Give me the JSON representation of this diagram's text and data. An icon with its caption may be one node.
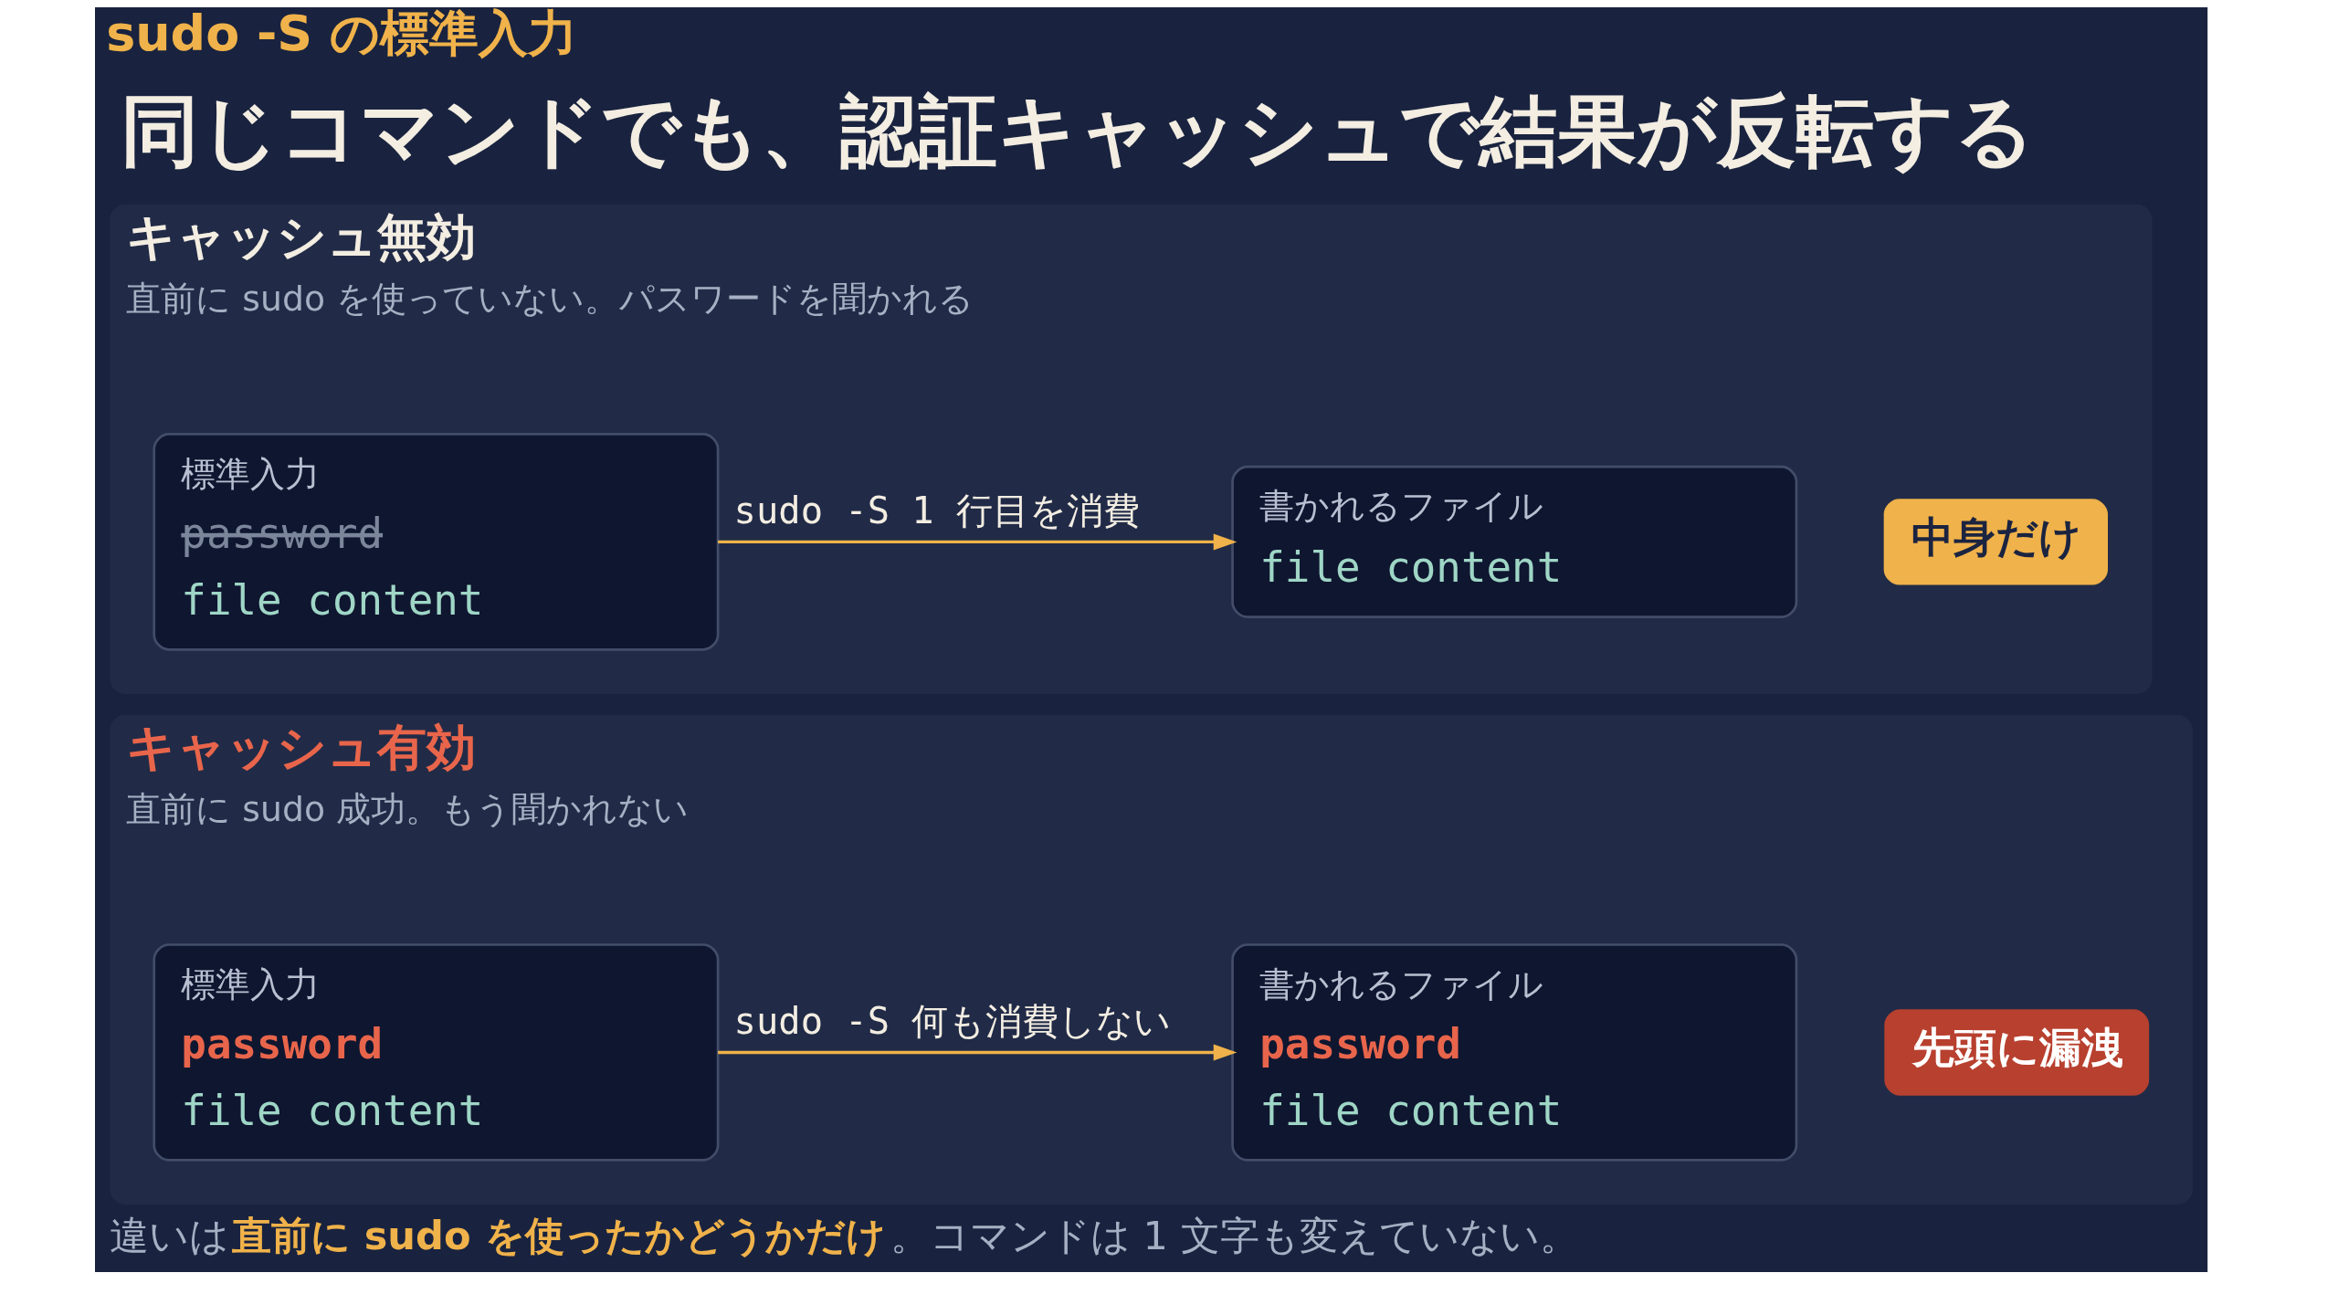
{
  "diagram": {
    "title": "同じコマンドでも、認証キャッシュで結果が反転する",
    "caption": "違いは**直前に sudo を使ったかどうかだけ**。コマンドは 1 文字も変えていない。",
    "nodes": [
      {
        "text": [
          "キャッシュ無効",
          "直前に sudo を使っていない。パスワードを聞かれる"
        ]
      },
      {
        "text": [
          "標準入力",
          "password",
          "file content"
        ],
        "in": 0
      },
      {
        "text": [
          "書かれるファイル",
          "file content"
        ],
        "in": 0
      },
      {
        "text": [
          "中身だけ"
        ],
        "in": 0
      },
      {
        "text": [
          "キャッシュ有効",
          "直前に sudo 成功。もう聞かれない"
        ]
      },
      {
        "text": [
          "標準入力",
          "password",
          "file content"
        ],
        "in": 4
      },
      {
        "text": [
          "書かれるファイル",
          "password",
          "file content"
        ],
        "in": 4
      },
      {
        "text": [
          "先頭に漏洩"
        ],
        "in": 4
      }
    ],
    "edges": [
      {
        "from": 1,
        "to": 2,
        "arrow": "to",
        "label": "sudo -S 1 行目を消費"
      },
      {
        "from": 5,
        "to": 6,
        "arrow": "to",
        "label": "sudo -S 何も消費しない"
      }
    ],
    "labels": [
      "sudo -S の標準入力"
    ]
  }
}
